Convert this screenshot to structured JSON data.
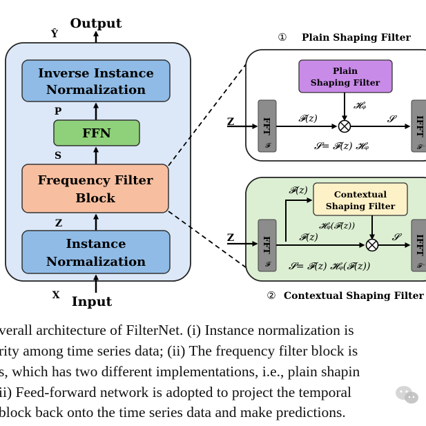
{
  "diagram": {
    "output_label": "Output",
    "output_symbol": "Ŷ",
    "input_label": "Input",
    "input_symbol": "X",
    "blocks": {
      "inverse_norm": [
        "Inverse Instance",
        "Normalization"
      ],
      "ffn": "FFN",
      "freq_filter": [
        "Frequency Filter",
        "Block"
      ],
      "instance_norm": [
        "Instance",
        "Normalization"
      ]
    },
    "signals": {
      "p": "P",
      "s": "S",
      "z": "Z"
    },
    "plain": {
      "title_num": "①",
      "title": "Plain Shaping Filter",
      "filter_box": [
        "Plain",
        "Shaping Filter"
      ],
      "input": "Z",
      "fft": "FFT",
      "fft_sub": "𝓕",
      "ifft": "IFFT",
      "ifft_sub": "𝓕⁻¹",
      "fz": "𝓕(z)",
      "h": "𝓗ᵩ",
      "s": "𝓢",
      "equation": "𝓢= 𝓕(z) 𝓗ᵩ"
    },
    "contextual": {
      "title_num": "②",
      "title": "Contextual Shaping Filter",
      "filter_box": [
        "Contextual",
        "Shaping Filter"
      ],
      "input": "Z",
      "fft": "FFT",
      "fft_sub": "𝓕",
      "ifft": "IFFT",
      "ifft_sub": "𝓕⁻¹",
      "fz_top": "𝓕(z)",
      "fz": "𝓕(z)",
      "h": "𝓗ᵩ(𝓕(z))",
      "s": "𝓢",
      "equation": "𝓢= 𝓕(z) 𝓗ᵩ(𝓕(z))"
    },
    "colors": {
      "outer_bg": "#dce8f7",
      "blue_block": "#8fbbe6",
      "green_block": "#8fd17a",
      "orange_block": "#f7bfa0",
      "plain_panel": "#ffffff",
      "context_panel": "#dcefd3",
      "purple_filter": "#c98be8",
      "yellow_filter": "#fdf1c8",
      "fft_gray": "#8c8c8c"
    }
  },
  "caption": [
    "verall architecture of FilterNet. (i) Instance normalization is",
    "rity among time series data; (ii) The frequency filter block is",
    "s, which has two different implementations, i.e., plain shapin",
    "ii) Feed-forward network is adopted to project the temporal",
    "block back onto the time series data and make predictions."
  ],
  "watermark_icon": "wechat-icon"
}
